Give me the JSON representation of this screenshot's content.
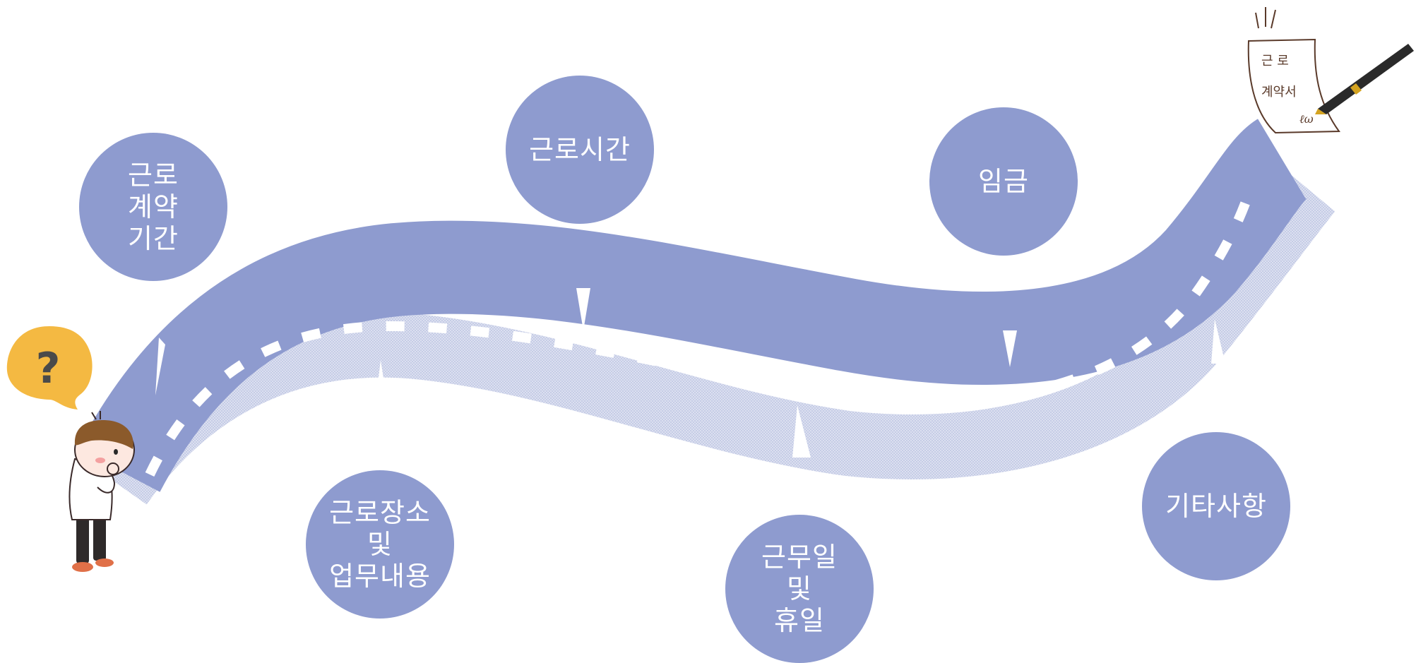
{
  "colors": {
    "road": "#8e9bcf",
    "road_shadow": "#c6cde6",
    "lane_mark": "#ffffff",
    "circle": "#8e9bcf",
    "circle_text": "#ffffff",
    "speech_bubble": "#f4b942",
    "question_mark": "#4a4a4a",
    "character_hair": "#8b5a2b",
    "character_pants": "#2e2a2a",
    "paper_outline": "#5a3a2a",
    "pen_body": "#2a2a2a",
    "pen_band": "#d4a320"
  },
  "diagram": {
    "topics": [
      {
        "id": "period",
        "lines": [
          "근로",
          "계약",
          "기간"
        ]
      },
      {
        "id": "place",
        "lines": [
          "근로장소",
          "및",
          "업무내용"
        ]
      },
      {
        "id": "hours",
        "lines": [
          "근로시간"
        ]
      },
      {
        "id": "days",
        "lines": [
          "근무일",
          "및",
          "휴일"
        ]
      },
      {
        "id": "wage",
        "lines": [
          "임금"
        ]
      },
      {
        "id": "other",
        "lines": [
          "기타사항"
        ]
      }
    ],
    "bubble_symbol": "?",
    "contract_paper": {
      "lines": [
        "근 로",
        "계약서"
      ],
      "signature": "ℓω"
    },
    "icons": [
      "question-icon",
      "contract-document-icon",
      "fountain-pen-icon",
      "thinking-boy-icon"
    ]
  }
}
